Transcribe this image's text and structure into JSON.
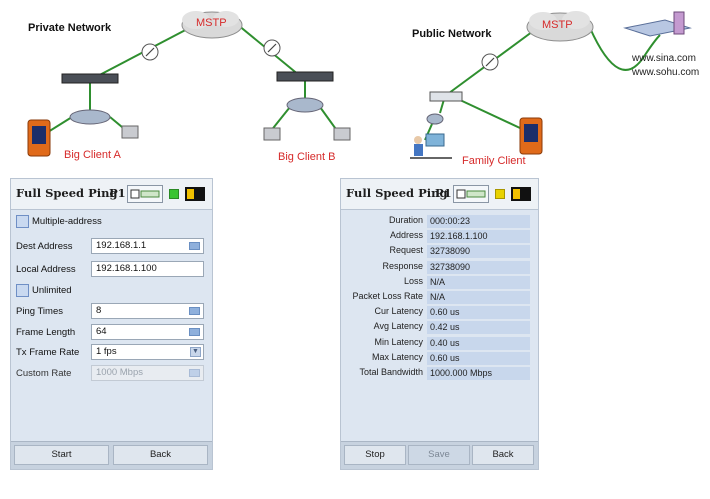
{
  "diagram": {
    "private_title": "Private Network",
    "public_title": "Public Network",
    "cloud_left": "MSTP",
    "cloud_right": "MSTP",
    "client_a": "Big Client A",
    "client_b": "Big Client B",
    "family_client": "Family Client",
    "sites": [
      "www.sina.com",
      "www.sohu.com"
    ]
  },
  "left_screen": {
    "title": "Full Speed Ping",
    "port": "P1",
    "multi_address_label": "Multiple-address",
    "dest_label": "Dest Address",
    "dest_value": "192.168.1.1",
    "local_label": "Local Address",
    "local_value": "192.168.1.100",
    "unlimited_label": "Unlimited",
    "ping_times_label": "Ping Times",
    "ping_times_value": "8",
    "frame_length_label": "Frame Length",
    "frame_length_value": "64",
    "tx_rate_label": "Tx Frame Rate",
    "tx_rate_value": "1 fps",
    "custom_rate_label": "Custom Rate",
    "custom_rate_value": "1000 Mbps",
    "start_label": "Start",
    "back_label": "Back"
  },
  "right_screen": {
    "title": "Full Speed Ping",
    "port": "P1",
    "rows": [
      {
        "label": "Duration",
        "value": "000:00:23"
      },
      {
        "label": "Address",
        "value": "192.168.1.100"
      },
      {
        "label": "Request",
        "value": "32738090"
      },
      {
        "label": "Response",
        "value": "32738090"
      },
      {
        "label": "Loss",
        "value": "N/A"
      },
      {
        "label": "Packet Loss Rate",
        "value": "N/A"
      },
      {
        "label": "Cur Latency",
        "value": "0.60 us"
      },
      {
        "label": "Avg Latency",
        "value": "0.42 us"
      },
      {
        "label": "Min Latency",
        "value": "0.40 us"
      },
      {
        "label": "Max Latency",
        "value": "0.60 us"
      },
      {
        "label": "Total Bandwidth",
        "value": "1000.000 Mbps"
      }
    ],
    "stop_label": "Stop",
    "save_label": "Save",
    "back_label": "Back"
  },
  "colors": {
    "link_green": "#2f8f2f",
    "client_red": "#d62a2a",
    "screen_bg": "#dde6f1",
    "value_bg": "#c8d7ec"
  }
}
